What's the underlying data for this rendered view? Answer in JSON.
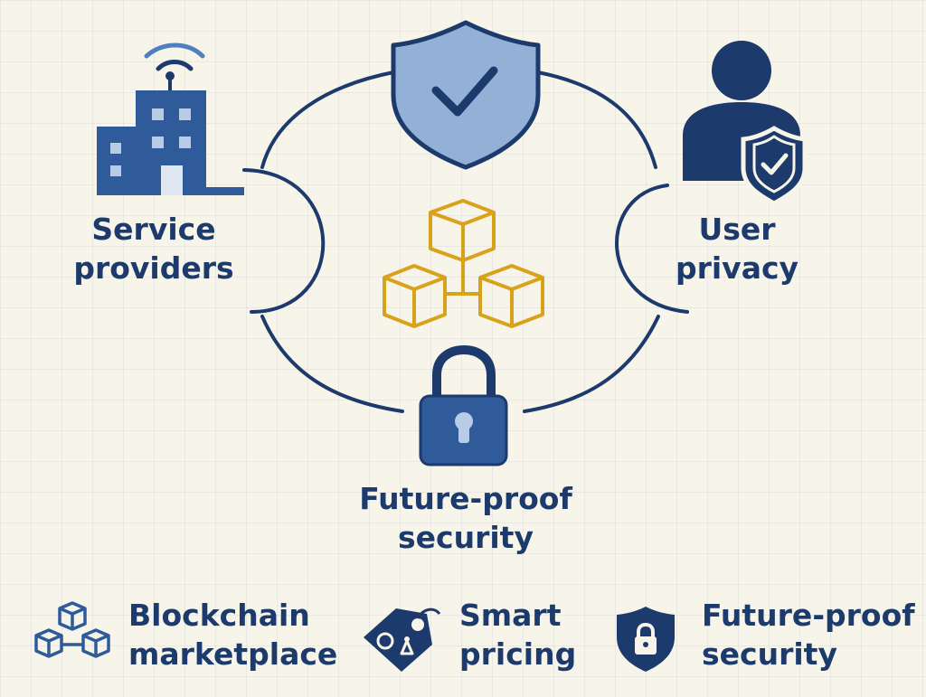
{
  "nodes": {
    "service_providers": {
      "line1": "Service",
      "line2": "providers",
      "icon": "building-wifi-icon"
    },
    "user_privacy": {
      "line1": "User",
      "line2": "privacy",
      "icon": "user-shield-icon"
    },
    "future_proof": {
      "line1": "Future-proof",
      "line2": "security",
      "icon": "padlock-icon"
    },
    "top": {
      "icon": "shield-check-icon"
    },
    "center": {
      "icon": "blockchain-cubes-icon"
    }
  },
  "legend": [
    {
      "line1": "Blockchain",
      "line2": "marketplace",
      "icon": "blockchain-cubes-icon"
    },
    {
      "line1": "Smart",
      "line2": "pricing",
      "icon": "price-tag-icon"
    },
    {
      "line1": "Future-proof",
      "line2": "security",
      "icon": "shield-lock-icon"
    }
  ],
  "colors": {
    "navy": "#1c3a6b",
    "blue": "#2f5b9a",
    "light_blue": "#93b0d6",
    "gold": "#d9a21b",
    "background": "#f7f4ea"
  }
}
